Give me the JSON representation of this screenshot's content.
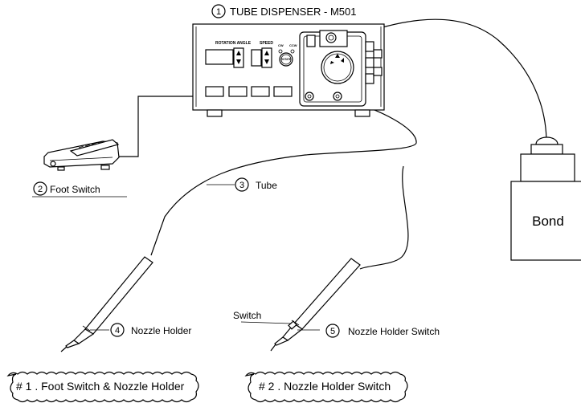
{
  "labels": {
    "dispenser": {
      "num": "1",
      "text": "TUBE DISPENSER - M501"
    },
    "foot_switch": {
      "num": "2",
      "text": "Foot Switch"
    },
    "tube": {
      "num": "3",
      "text": "Tube"
    },
    "nozzle_holder": {
      "num": "4",
      "text": "Nozzle Holder"
    },
    "nozzle_holder_switch": {
      "num": "5",
      "text": "Nozzle Holder Switch"
    },
    "switch": "Switch",
    "bond": "Bond"
  },
  "panel": {
    "rotation_angle": "ROTATION ANGLE",
    "speed": "SPEED",
    "indicator_left": "CW",
    "indicator_right": "CCW",
    "knob": "ROTATE"
  },
  "configs": {
    "config1": "# 1 . Foot Switch &  Nozzle Holder",
    "config2": "# 2 . Nozzle Holder Switch"
  }
}
